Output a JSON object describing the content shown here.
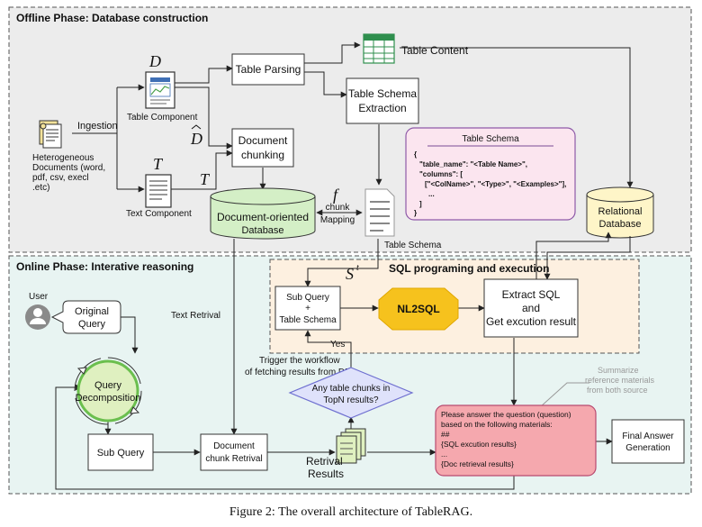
{
  "offline": {
    "title": "Offline Phase: Database construction",
    "hetero_docs": [
      "Heterogeneous",
      "Documents (word,",
      "pdf, csv, execl",
      ".etc)"
    ],
    "ingestion": "Ingestion",
    "d_symbol": "D",
    "d_hat_symbol": "D",
    "t_symbol_top": "T",
    "t_symbol_side": "T",
    "f_symbol": "f",
    "table_component": "Table Component",
    "text_component": "Text Component",
    "table_parsing": "Table Parsing",
    "table_content": "Table Content",
    "table_schema_extraction": [
      "Table Schema",
      "Extraction"
    ],
    "document_chunking": [
      "Document",
      "chunking"
    ],
    "doc_db": [
      "Document-oriented",
      "Database"
    ],
    "chunk_mapping": [
      "chunk",
      "Mapping"
    ],
    "relational_db": [
      "Relational",
      "Database"
    ],
    "schema_label": "Table Schema",
    "schema_card": {
      "title": "Table Schema",
      "lines": [
        "{",
        "\"table_name\": \"<Table Name>\",",
        "\"columns\": [",
        "[\"<ColName>\", \"<Type>\", \"<Examples>\"],",
        "...",
        "]",
        "}"
      ]
    }
  },
  "online": {
    "title": "Online Phase: Interative reasoning",
    "user": "User",
    "original_query": [
      "Original",
      "Query"
    ],
    "query_decomposition": [
      "Query",
      "Decomposition"
    ],
    "text_retrival": "Text Retrival",
    "s_symbol": "S",
    "s_sup": "t",
    "sql_section_title": "SQL programing and execution",
    "subquery_schema": [
      "Sub Query",
      "+",
      "Table Schema"
    ],
    "nl2sql": "NL2SQL",
    "extract_sql": [
      "Extract SQL",
      "and",
      "Get excution result"
    ],
    "yes": "Yes",
    "trigger": [
      "Trigger the workflow",
      "of fetching results from DB"
    ],
    "decision": [
      "Any table chunks in",
      "TopN results?"
    ],
    "summarize_note": [
      "Summarize",
      "reference materials",
      "from both source"
    ],
    "prompt_lines": [
      "Please answer the question (question)",
      "based on the following materials:",
      "##",
      "{SQL excution results}",
      "...",
      "{Doc retrieval results}"
    ],
    "final_answer": [
      "Final Answer",
      "Generation"
    ],
    "sub_query": "Sub Query",
    "doc_chunk_retrival": [
      "Document",
      "chunk Retrival"
    ],
    "retrival_results": [
      "Retrival",
      "Results"
    ]
  },
  "caption": "Figure 2: The overall architecture of TableRAG.",
  "colors": {
    "offline_bg": "#ececec",
    "online_bg": "#e8f4f2",
    "sql_bg": "#fdf0e0",
    "green_db": "#d4efc6",
    "yellow_db": "#fef5c8",
    "pink_card": "#fbe5ef",
    "card_border": "#8e5aa8",
    "nl2sql": "#f6c21d",
    "prompt_box": "#f5a8ae",
    "prompt_border": "#b84a70",
    "decision_fill": "#dfe2fb",
    "decision_border": "#6e6fd0",
    "decomp_fill": "#dff0c0",
    "decomp_ring": "#6bbf4e"
  }
}
